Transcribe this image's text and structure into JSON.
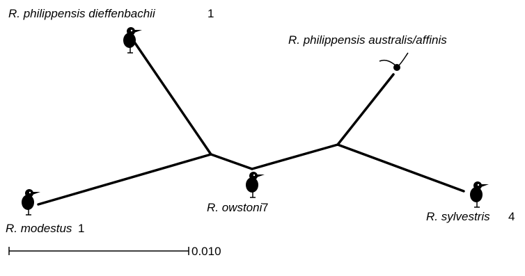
{
  "taxa": {
    "dieffenbachii": {
      "name": "R. philippensis dieffenbachii",
      "count": "1"
    },
    "australis": {
      "name": "R. philippensis  australis/affinis"
    },
    "modestus": {
      "name": "R. modestus",
      "count": "1"
    },
    "owstoni": {
      "name": "R. owstoni",
      "count": "7"
    },
    "sylvestris": {
      "name": "R. sylvestris",
      "count": "4"
    }
  },
  "scale_bar": {
    "label": "0.010"
  },
  "colors": {
    "line": "#000000",
    "bird": "#000000"
  },
  "icons": [
    "bird-icon",
    "dot-icon"
  ]
}
